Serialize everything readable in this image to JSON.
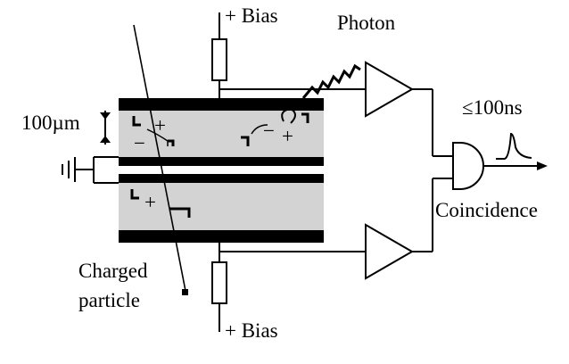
{
  "labels": {
    "bias_top": "+ Bias",
    "bias_bottom": "+ Bias",
    "photon": "Photon",
    "gap": "100µm",
    "timing": "≤100ns",
    "coincidence": "Coincidence",
    "particle_line1": "Charged",
    "particle_line2": "particle"
  },
  "charges": {
    "plus": "+",
    "minus": "−"
  },
  "colors": {
    "gas": "#d3d3d3",
    "electrode": "#000000",
    "background": "#ffffff"
  }
}
